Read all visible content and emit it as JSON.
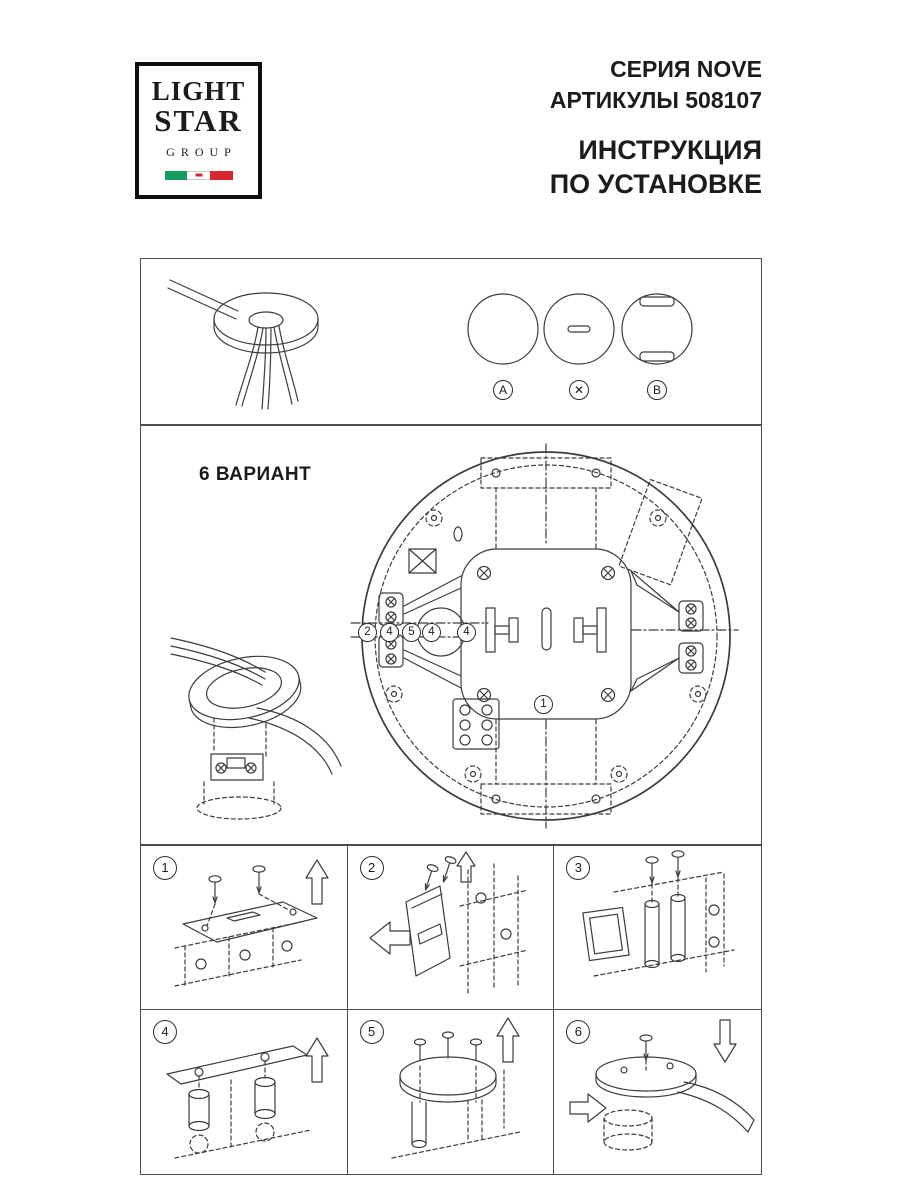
{
  "logo": {
    "line1": "LIGHT",
    "line2": "STAR",
    "line3": "GROUP",
    "flag": {
      "green": "#169b62",
      "white": "#ffffff",
      "red": "#d7282f"
    }
  },
  "header": {
    "series": "СЕРИЯ NOVE",
    "article": "АРТИКУЛЫ 508107",
    "title_line1": "ИНСТРУКЦИЯ",
    "title_line2": "ПО УСТАНОВКЕ"
  },
  "fasteners": {
    "items": [
      {
        "label": "A"
      },
      {
        "label": "✕"
      },
      {
        "label": "B"
      }
    ]
  },
  "variant": {
    "label": "6 ВАРИАНТ"
  },
  "callouts": [
    {
      "n": "2"
    },
    {
      "n": "4"
    },
    {
      "n": "5"
    },
    {
      "n": "4"
    },
    {
      "n": "4"
    },
    {
      "n": "1"
    }
  ],
  "steps": [
    {
      "n": "1"
    },
    {
      "n": "2"
    },
    {
      "n": "3"
    },
    {
      "n": "4"
    },
    {
      "n": "5"
    },
    {
      "n": "6"
    }
  ]
}
